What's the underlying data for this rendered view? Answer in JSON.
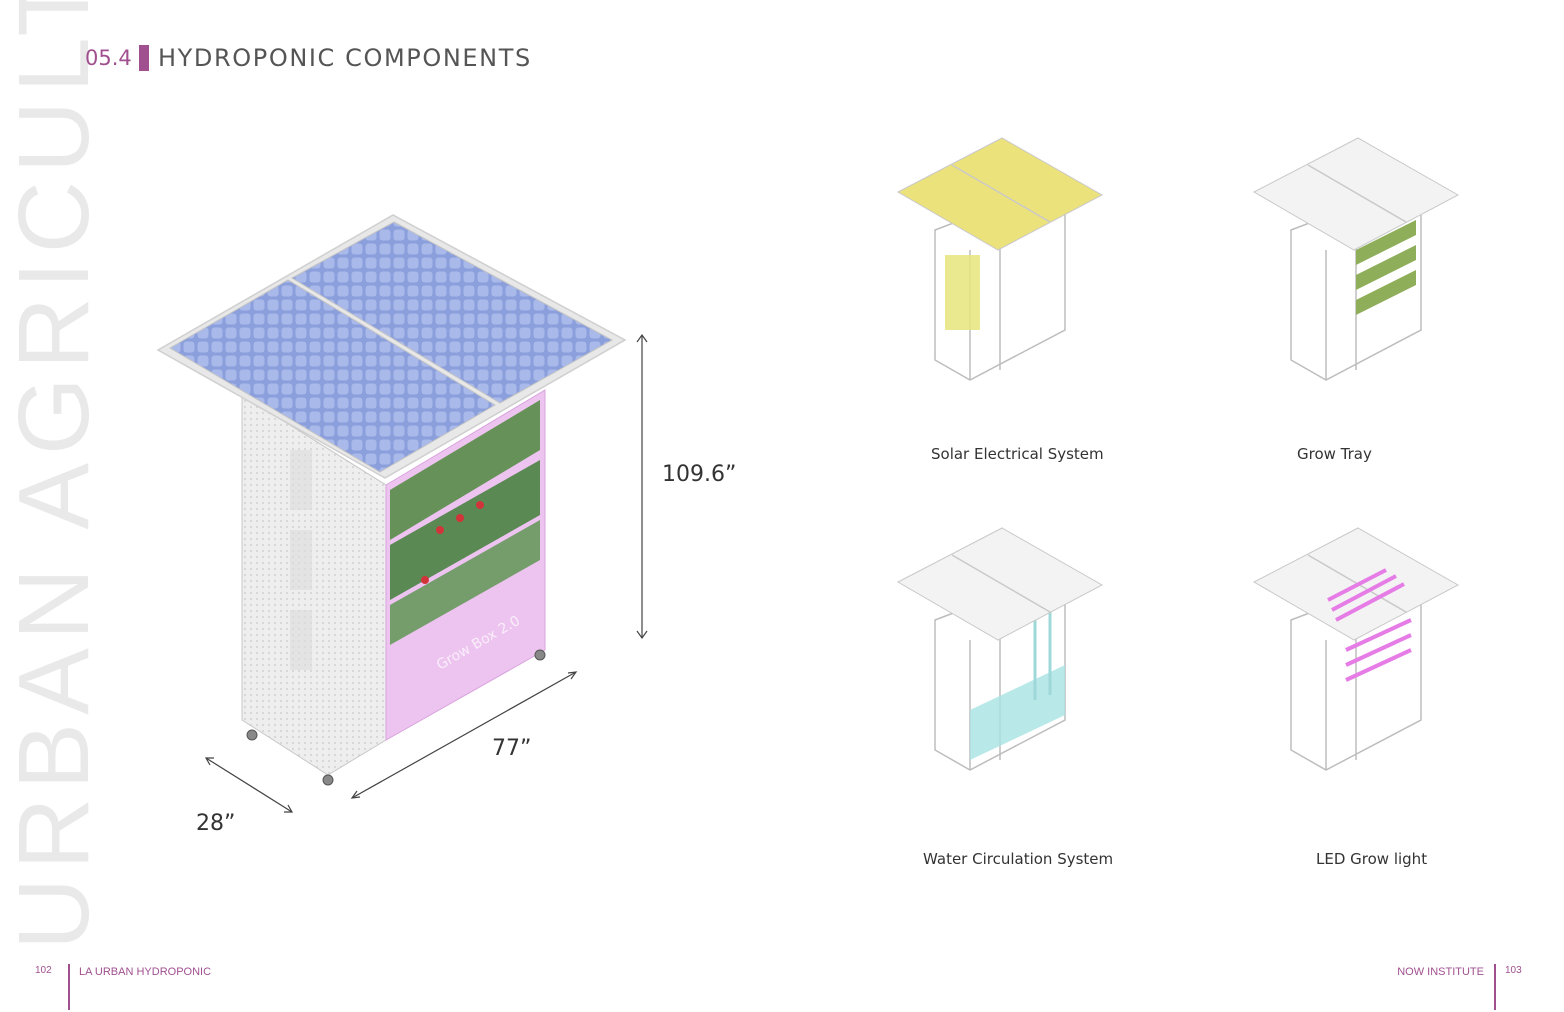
{
  "header": {
    "section_number": "05.4",
    "title": "HYDROPONIC COMPONENTS"
  },
  "watermark": "URBAN AGRICULTURE",
  "main_unit": {
    "dimensions": {
      "height": "109.6”",
      "width": "77”",
      "depth": "28”"
    },
    "sign_text": "Grow Box 2.0"
  },
  "components": [
    {
      "label": "Solar Electrical System",
      "highlight_color": "#ece27c"
    },
    {
      "label": "Grow Tray",
      "highlight_color": "#8fae5a"
    },
    {
      "label": "Water Circulation System",
      "highlight_color": "#a8e2e2"
    },
    {
      "label": "LED Grow light",
      "highlight_color": "#e67ce6"
    }
  ],
  "footer": {
    "left_page": "102",
    "left_text": "LA URBAN HYDROPONIC",
    "right_text": "NOW INSTITUTE",
    "right_page": "103"
  },
  "colors": {
    "accent": "#a0508f",
    "solar_blue": "#7f95d6",
    "panel_pink": "#e7b8ec",
    "frame": "#e2e2e2"
  }
}
